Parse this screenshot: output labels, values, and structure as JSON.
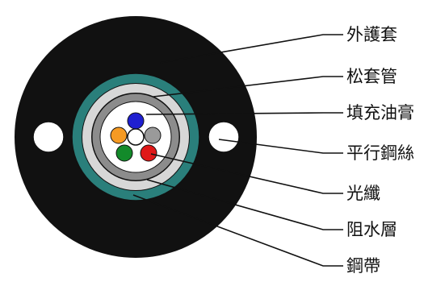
{
  "labels": {
    "outer_jacket": "外護套",
    "loose_tube": "松套管",
    "filling_gel": "填充油膏",
    "parallel_steel_wire": "平行鋼絲",
    "optical_fiber": "光纖",
    "water_blocking_layer": "阻水層",
    "steel_tape": "鋼帶"
  },
  "colors": {
    "jacket": "#111111",
    "steel_tape": "#2a7f7b",
    "water_blocking": "#d7d7d7",
    "loose_tube": "#8c8c8c",
    "filling_gel": "#ffffff",
    "fiber_blue": "#1f1fd0",
    "fiber_orange": "#f59a23",
    "fiber_white": "#ffffff",
    "fiber_gray": "#9a9a9a",
    "fiber_green": "#138a2a",
    "fiber_red": "#e01818",
    "steel_wire": "#ffffff",
    "leader_line": "#111111"
  }
}
